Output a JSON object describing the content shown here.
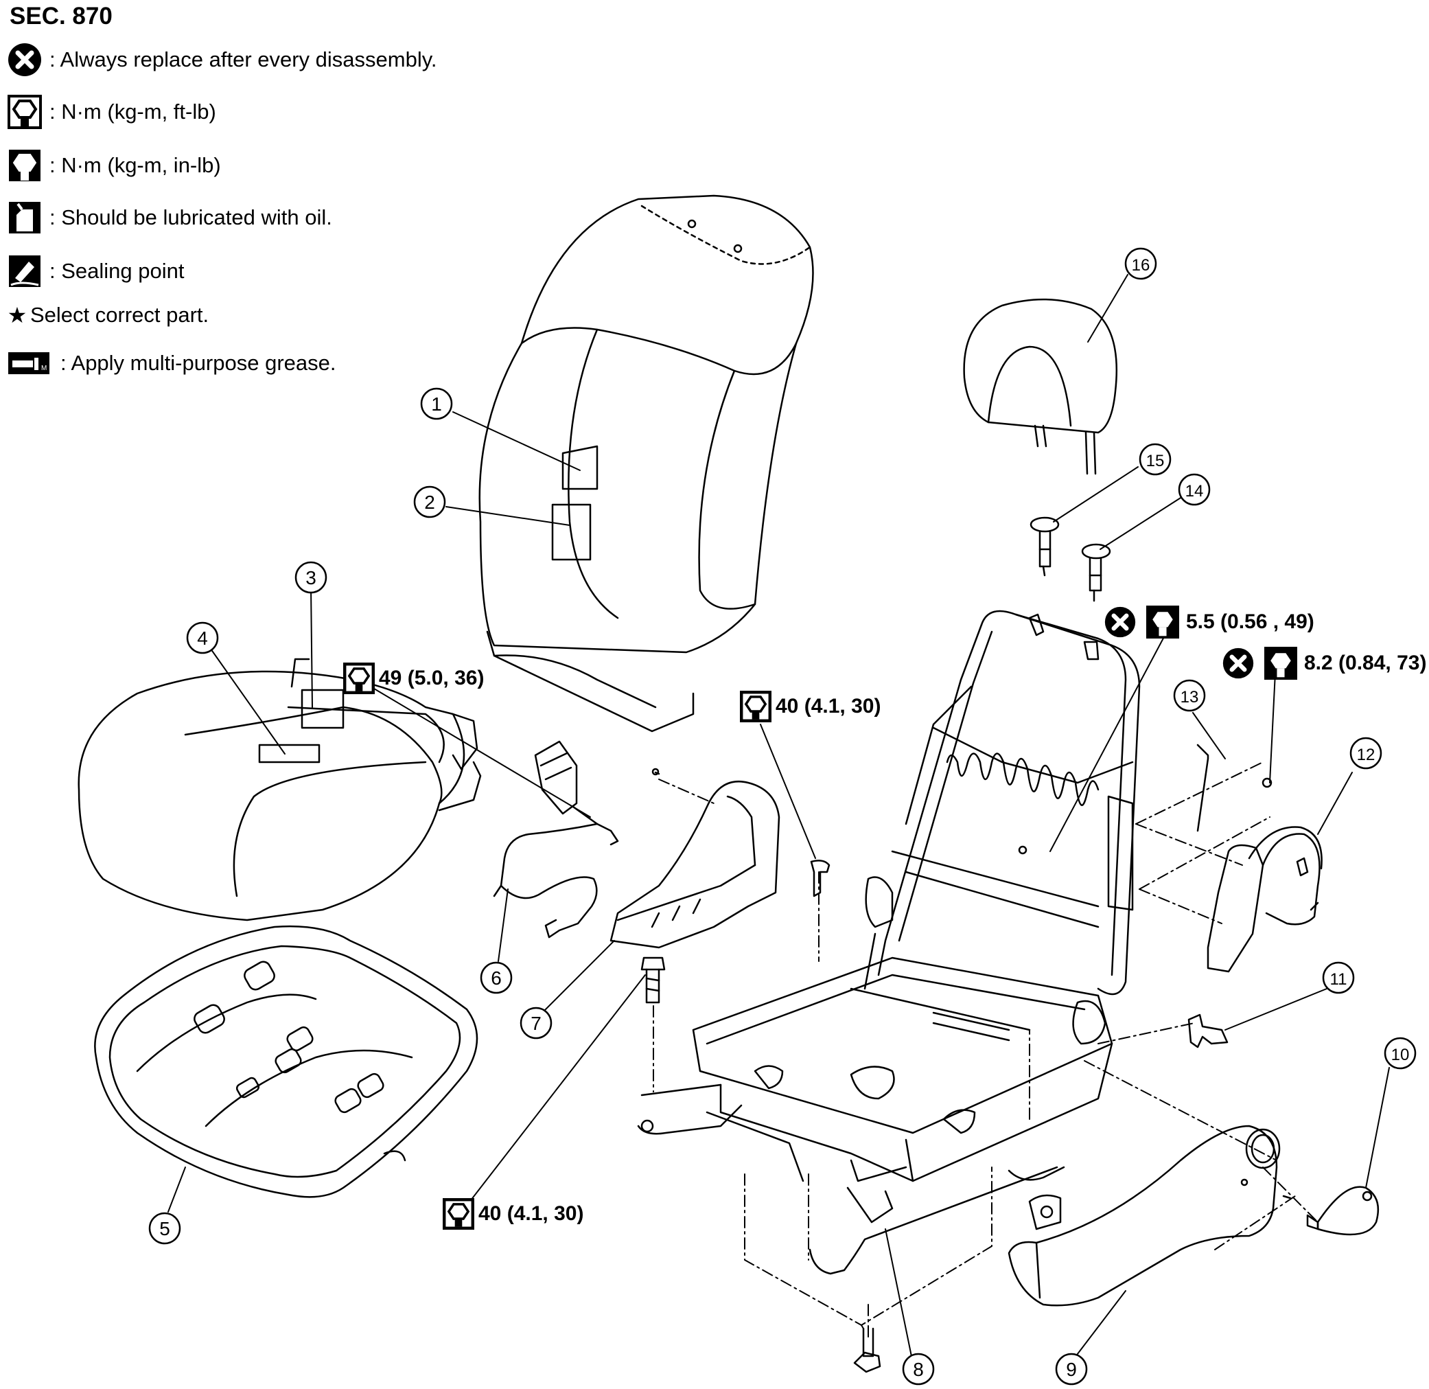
{
  "section_title": "SEC. 870",
  "legend": [
    {
      "icon": "always-replace-icon",
      "text": ": Always replace after every disassembly."
    },
    {
      "icon": "torque-wrench-ftlb-icon",
      "text": ": N·m (kg-m, ft-lb)"
    },
    {
      "icon": "torque-wrench-inlb-icon",
      "text": ": N·m (kg-m, in-lb)"
    },
    {
      "icon": "oil-can-icon",
      "text": ": Should be lubricated with oil."
    },
    {
      "icon": "sealing-point-icon",
      "text": ": Sealing point"
    },
    {
      "icon": "star-icon",
      "text": "Select correct part."
    },
    {
      "icon": "grease-gun-icon",
      "text": ": Apply multi-purpose grease."
    }
  ],
  "torques": {
    "t_49": "49 (5.0, 36)",
    "t_40_upper": "40 (4.1, 30)",
    "t_40_lower": "40 (4.1, 30)",
    "t_55": "5.5 (0.56 , 49)",
    "t_82": "8.2 (0.84, 73)"
  },
  "callouts": [
    "1",
    "2",
    "3",
    "4",
    "5",
    "6",
    "7",
    "8",
    "9",
    "10",
    "11",
    "12",
    "13",
    "14",
    "15",
    "16"
  ],
  "colors": {
    "line": "#000000",
    "background": "#ffffff"
  }
}
